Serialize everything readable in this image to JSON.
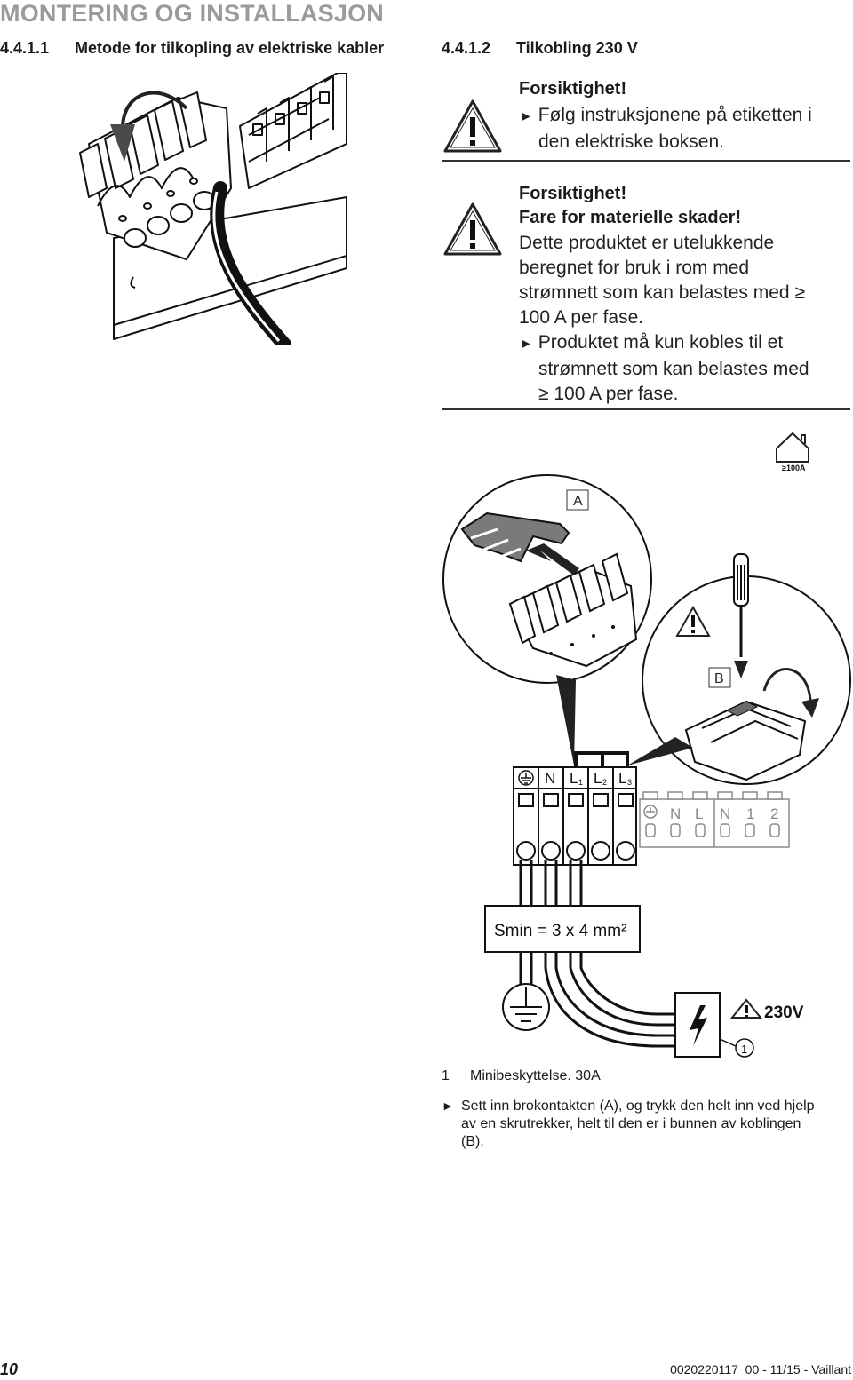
{
  "header": {
    "title": "MONTERING OG INSTALLASJON"
  },
  "section_left": {
    "number": "4.4.1.1",
    "title": "Metode for tilkopling av elektriske kabler"
  },
  "section_right": {
    "number": "4.4.1.2",
    "title": "Tilkobling 230 V"
  },
  "warning1": {
    "title": "Forsiktighet!",
    "bullet_line1": "Følg instruksjonene på etiketten i",
    "bullet_line2": "den elektriske boksen."
  },
  "warning2": {
    "title": "Forsiktighet!",
    "subtitle": "Fare for materielle skader!",
    "line1": "Dette produktet er utelukkende",
    "line2": "beregnet for bruk i rom med",
    "line3": "strømnett som kan belastes med ≥",
    "line4": "100 A per fase.",
    "bullet_line1": "Produktet må kun kobles til et",
    "bullet_line2": "strømnett som kan belastes med",
    "bullet_line3": "≥ 100 A per fase."
  },
  "diagram": {
    "house_label": "≥100A",
    "label_a": "A",
    "label_b": "B",
    "terminals_left": [
      "N",
      "L",
      "L",
      "L"
    ],
    "terminal_subs": [
      "1",
      "2",
      "3"
    ],
    "terminals_right": [
      "N",
      "L",
      "N",
      "1",
      "2"
    ],
    "cable_spec": "Smin = 3 x 4 mm²",
    "voltage": "230V",
    "callout": "1"
  },
  "caption": {
    "num": "1",
    "text": "Minibeskyttelse. 30A",
    "instruction_line1": "Sett inn brokontakten (A), og trykk den helt inn ved hjelp",
    "instruction_line2": "av en skrutrekker, helt til den er i bunnen av koblingen",
    "instruction_line3": "(B)."
  },
  "footer": {
    "page": "10",
    "doc": "0020220117_00 - 11/15 - Vaillant"
  }
}
